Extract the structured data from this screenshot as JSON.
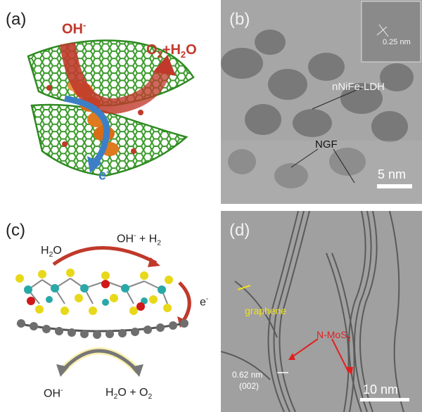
{
  "figure": {
    "panels": {
      "a": {
        "label": "(a)",
        "ohminus": "OH",
        "ohminus_sup": "-",
        "o2h2o_o": "O",
        "o2h2o_2": "2",
        "o2h2o_rest": "+H",
        "o2h2o_h2sub": "2",
        "o2h2o_end": "O",
        "electron": "e",
        "electron_sup": "-",
        "colors": {
          "graphene": "#3a9a2a",
          "ldh": "#e07a1f",
          "red_arrow": "#c0392b",
          "blue_arrow": "#3d7fc7"
        }
      },
      "b": {
        "label": "(b)",
        "inset_scale": "0.25 nm",
        "ldh_label": "nNiFe-LDH",
        "ngf_label": "NGF",
        "scale_bar": "5 nm"
      },
      "c": {
        "label": "(c)",
        "h2o_left": "H",
        "h2o_left_sub": "2",
        "h2o_left_end": "O",
        "oh_h2_a": "OH",
        "oh_h2_sup": "-",
        "oh_h2_b": " + H",
        "oh_h2_sub": "2",
        "electron": "e",
        "electron_sup": "-",
        "oh_bottom": "OH",
        "oh_bottom_sup": "-",
        "h2o_o2_a": "H",
        "h2o_o2_sub1": "2",
        "h2o_o2_b": "O + O",
        "h2o_o2_sub2": "2",
        "colors": {
          "mo": "#2aa8a8",
          "s": "#e8d81a",
          "o": "#d01818",
          "carbon": "#6e6e6e"
        }
      },
      "d": {
        "label": "(d)",
        "graphene_label": "graphene",
        "mos2_a": "N-MoS",
        "mos2_sub": "2",
        "spacing": "0.62 nm",
        "plane": "(002)",
        "scale_bar": "10 nm",
        "colors": {
          "graphene_label": "#f0e020",
          "mos2_label": "#e02020"
        }
      }
    }
  }
}
